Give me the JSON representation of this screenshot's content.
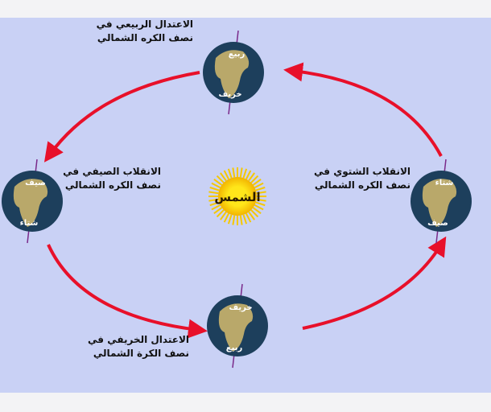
{
  "sun": {
    "label": "الشمس",
    "color": "#ffe01a"
  },
  "positions": [
    {
      "id": "spring",
      "line1": "الاعتدال الربيعي في",
      "line2": "نصف الكره الشمالي",
      "globe_top": "ربيع",
      "globe_bottom": "خريف"
    },
    {
      "id": "summer",
      "line1": "الانقلاب الصيفي في",
      "line2": "نصف الكره الشمالي",
      "globe_top": "صيف",
      "globe_bottom": "شتاء"
    },
    {
      "id": "autumn",
      "line1": "الاعتدال الخريفي في",
      "line2": "نصف الكرة الشمالي",
      "globe_top": "خريف",
      "globe_bottom": "ربيع"
    },
    {
      "id": "winter",
      "line1": "الانقلاب الشتوي في",
      "line2": "نصف الكره الشمالي",
      "globe_top": "شتاء",
      "globe_bottom": "صيف"
    }
  ],
  "colors": {
    "arrow": "#e8102a",
    "background": "#c9d1f5",
    "ocean": "#1d3f5c",
    "land": "#b9a86a"
  }
}
